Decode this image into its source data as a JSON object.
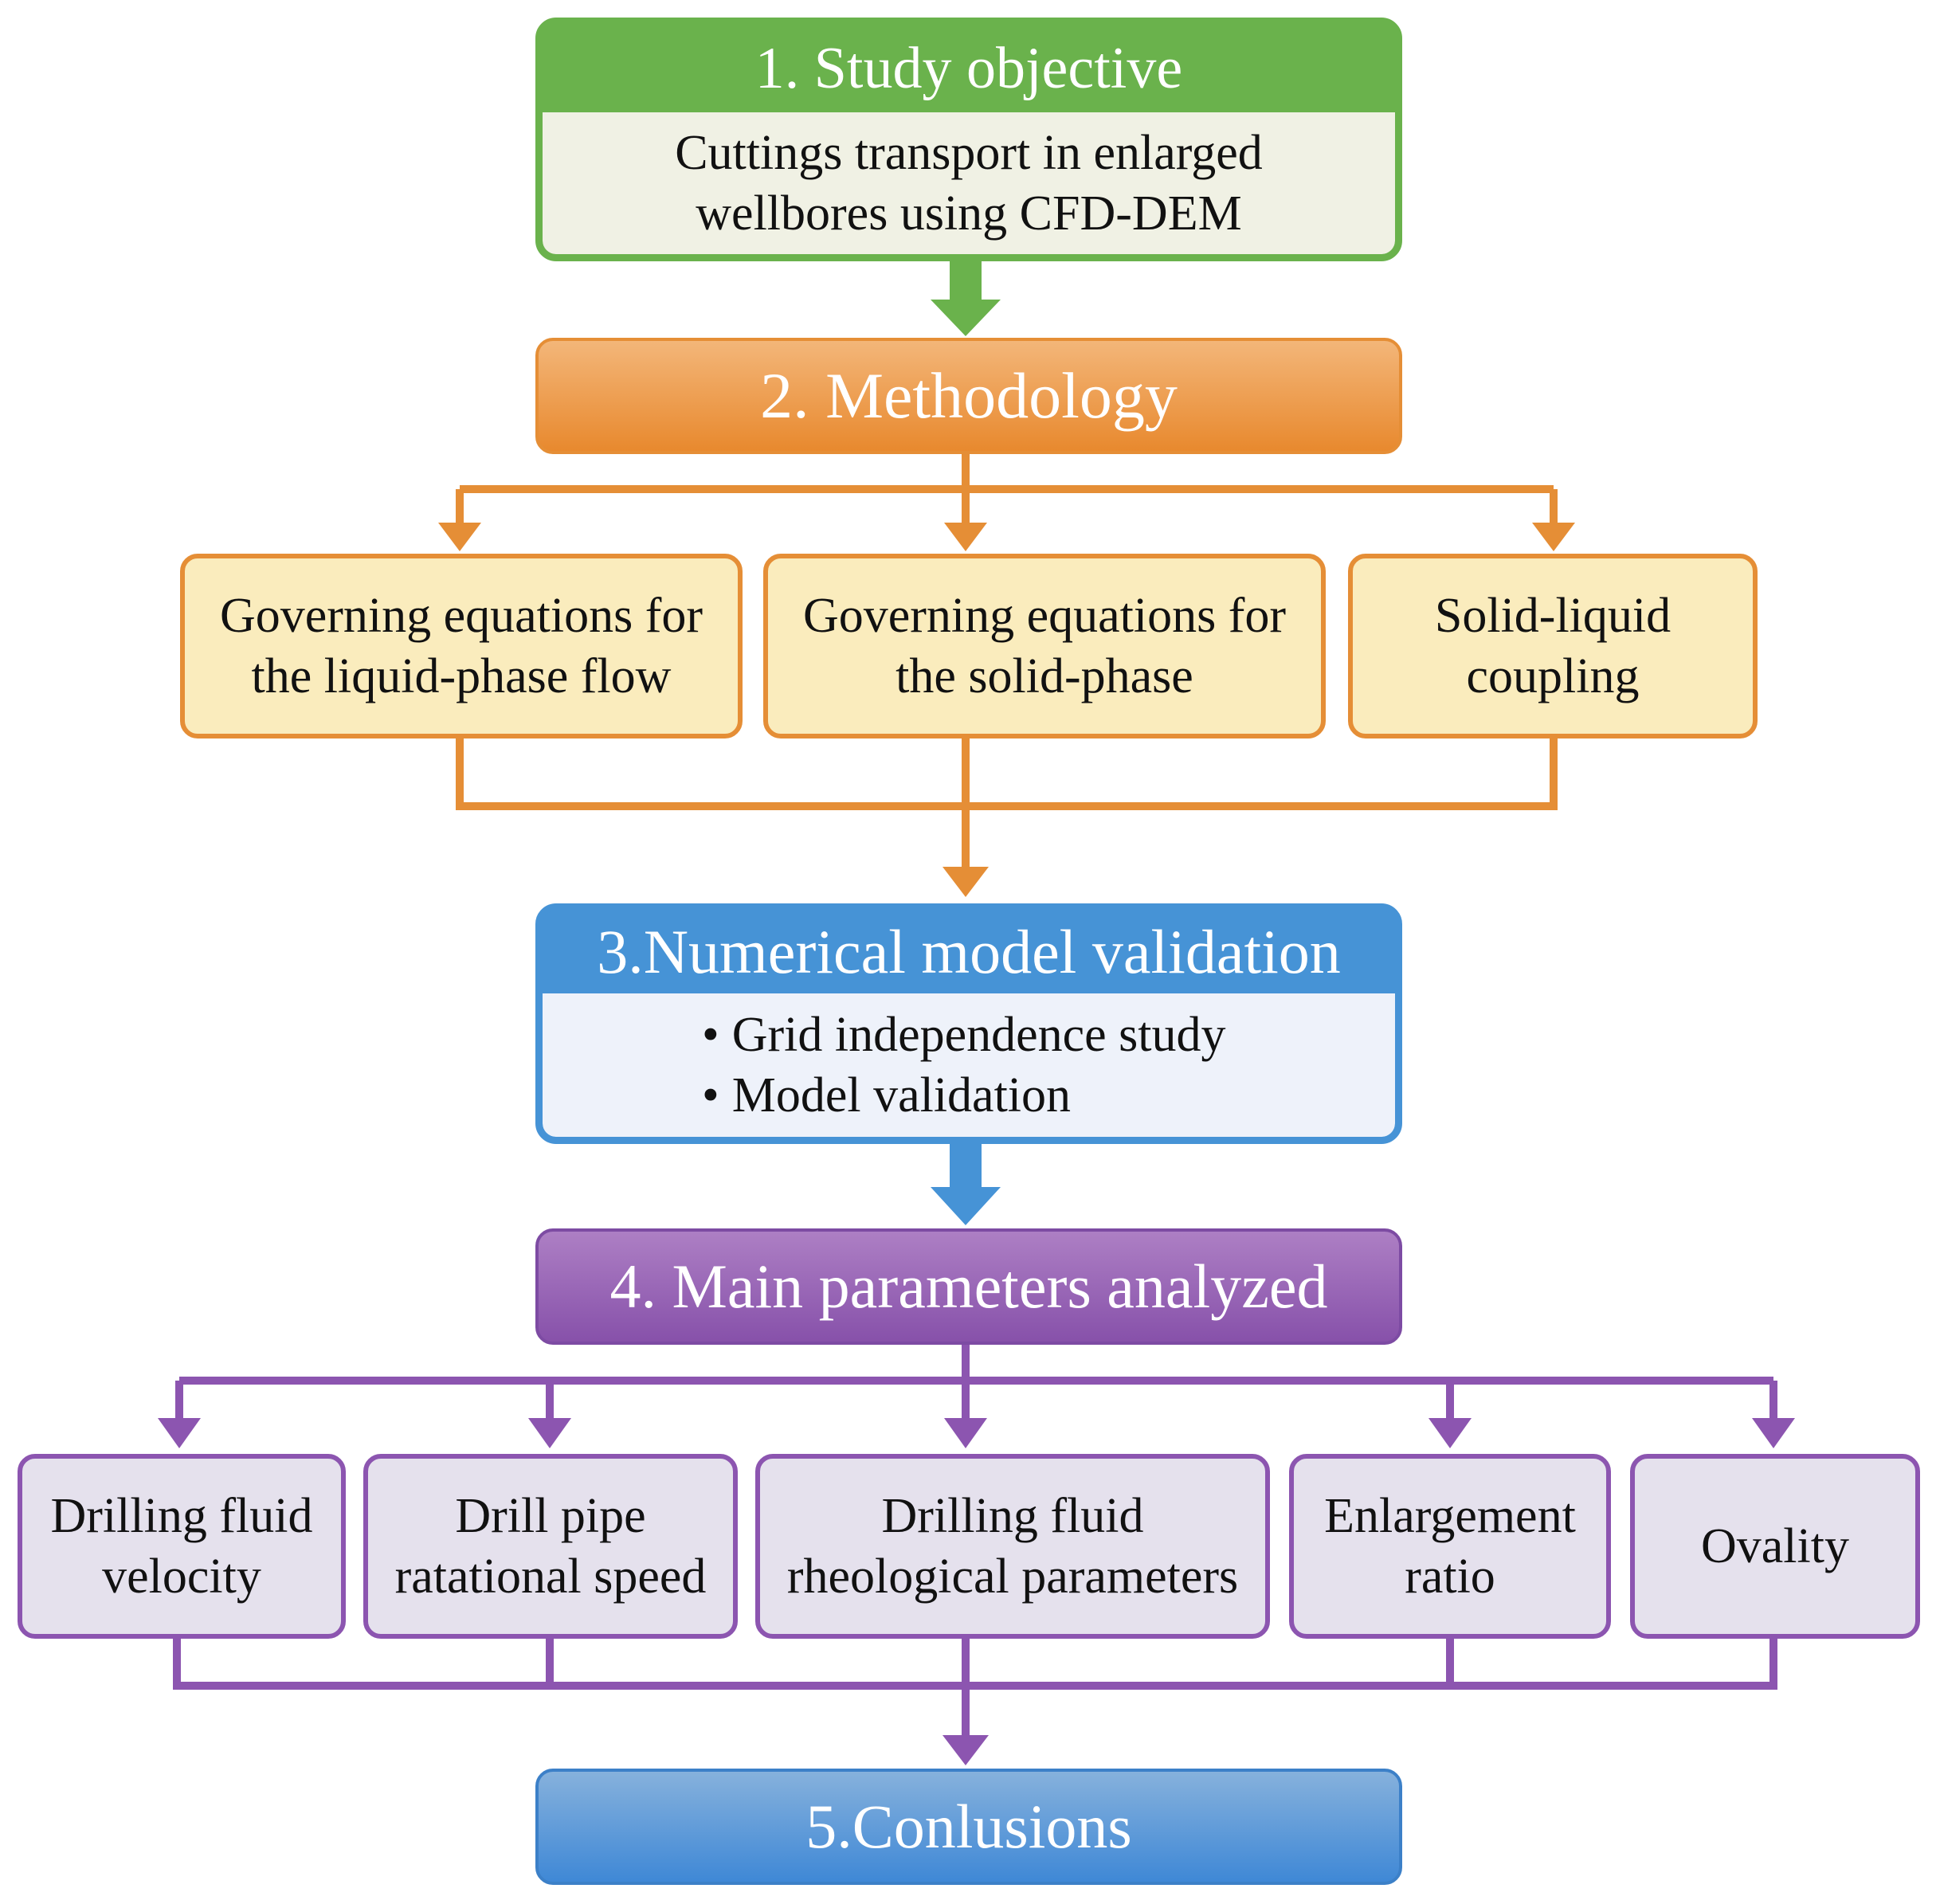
{
  "section1": {
    "title": "1. Study objective",
    "body": [
      "Cuttings transport in enlarged",
      "wellbores using CFD-DEM"
    ]
  },
  "section2": {
    "title": "2. Methodology"
  },
  "methodology_items": [
    [
      "Governing equations for",
      "the liquid-phase flow"
    ],
    [
      "Governing equations for",
      "the solid-phase"
    ],
    [
      "Solid-liquid",
      "coupling"
    ]
  ],
  "section3": {
    "title": "3.Numerical model validation",
    "bullets": [
      "Grid independence study",
      "Model validation"
    ]
  },
  "section4": {
    "title": "4. Main parameters analyzed"
  },
  "parameter_items": [
    [
      "Drilling fluid",
      "velocity"
    ],
    [
      "Drill pipe",
      "ratational speed"
    ],
    [
      "Drilling fluid",
      "rheological parameters"
    ],
    [
      "Enlargement",
      "ratio"
    ],
    [
      "Ovality"
    ]
  ],
  "section5": {
    "title": "5.Conlusions"
  },
  "colors": {
    "green": "#6ab24c",
    "orange": "#e58e36",
    "blue": "#4693d6",
    "purple": "#8c55b0"
  }
}
